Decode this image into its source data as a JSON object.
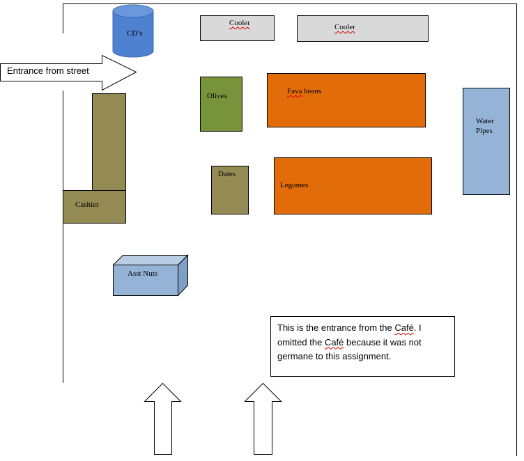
{
  "entrance_street_label": "Entrance from street",
  "items": {
    "cds": "CD’s",
    "cooler_1": "Cooler",
    "cooler_2": "Cooler",
    "olives": "Olives",
    "fava_beans": "Fava beans",
    "water_pipes_line1": "Water",
    "water_pipes_line2": "Pipes",
    "dates": "Dates",
    "legumes": "Legumes",
    "cashier": "Cashier",
    "asst_nuts": "Asst Nuts"
  },
  "cafe_note": {
    "line1_a": "This is the entrance from the ",
    "line1_b": "Café",
    "line1_c": ".  I",
    "line2_a": "omitted the ",
    "line2_b": "Café",
    "line2_c": " because it was not",
    "line3": "germane to this assignment."
  },
  "colors": {
    "cd_blue": "#4f81d1",
    "cooler_grey": "#d9d9d9",
    "olive_green": "#77933c",
    "orange": "#e36c0a",
    "steel_blue": "#95b3d7",
    "khaki": "#948a54"
  }
}
